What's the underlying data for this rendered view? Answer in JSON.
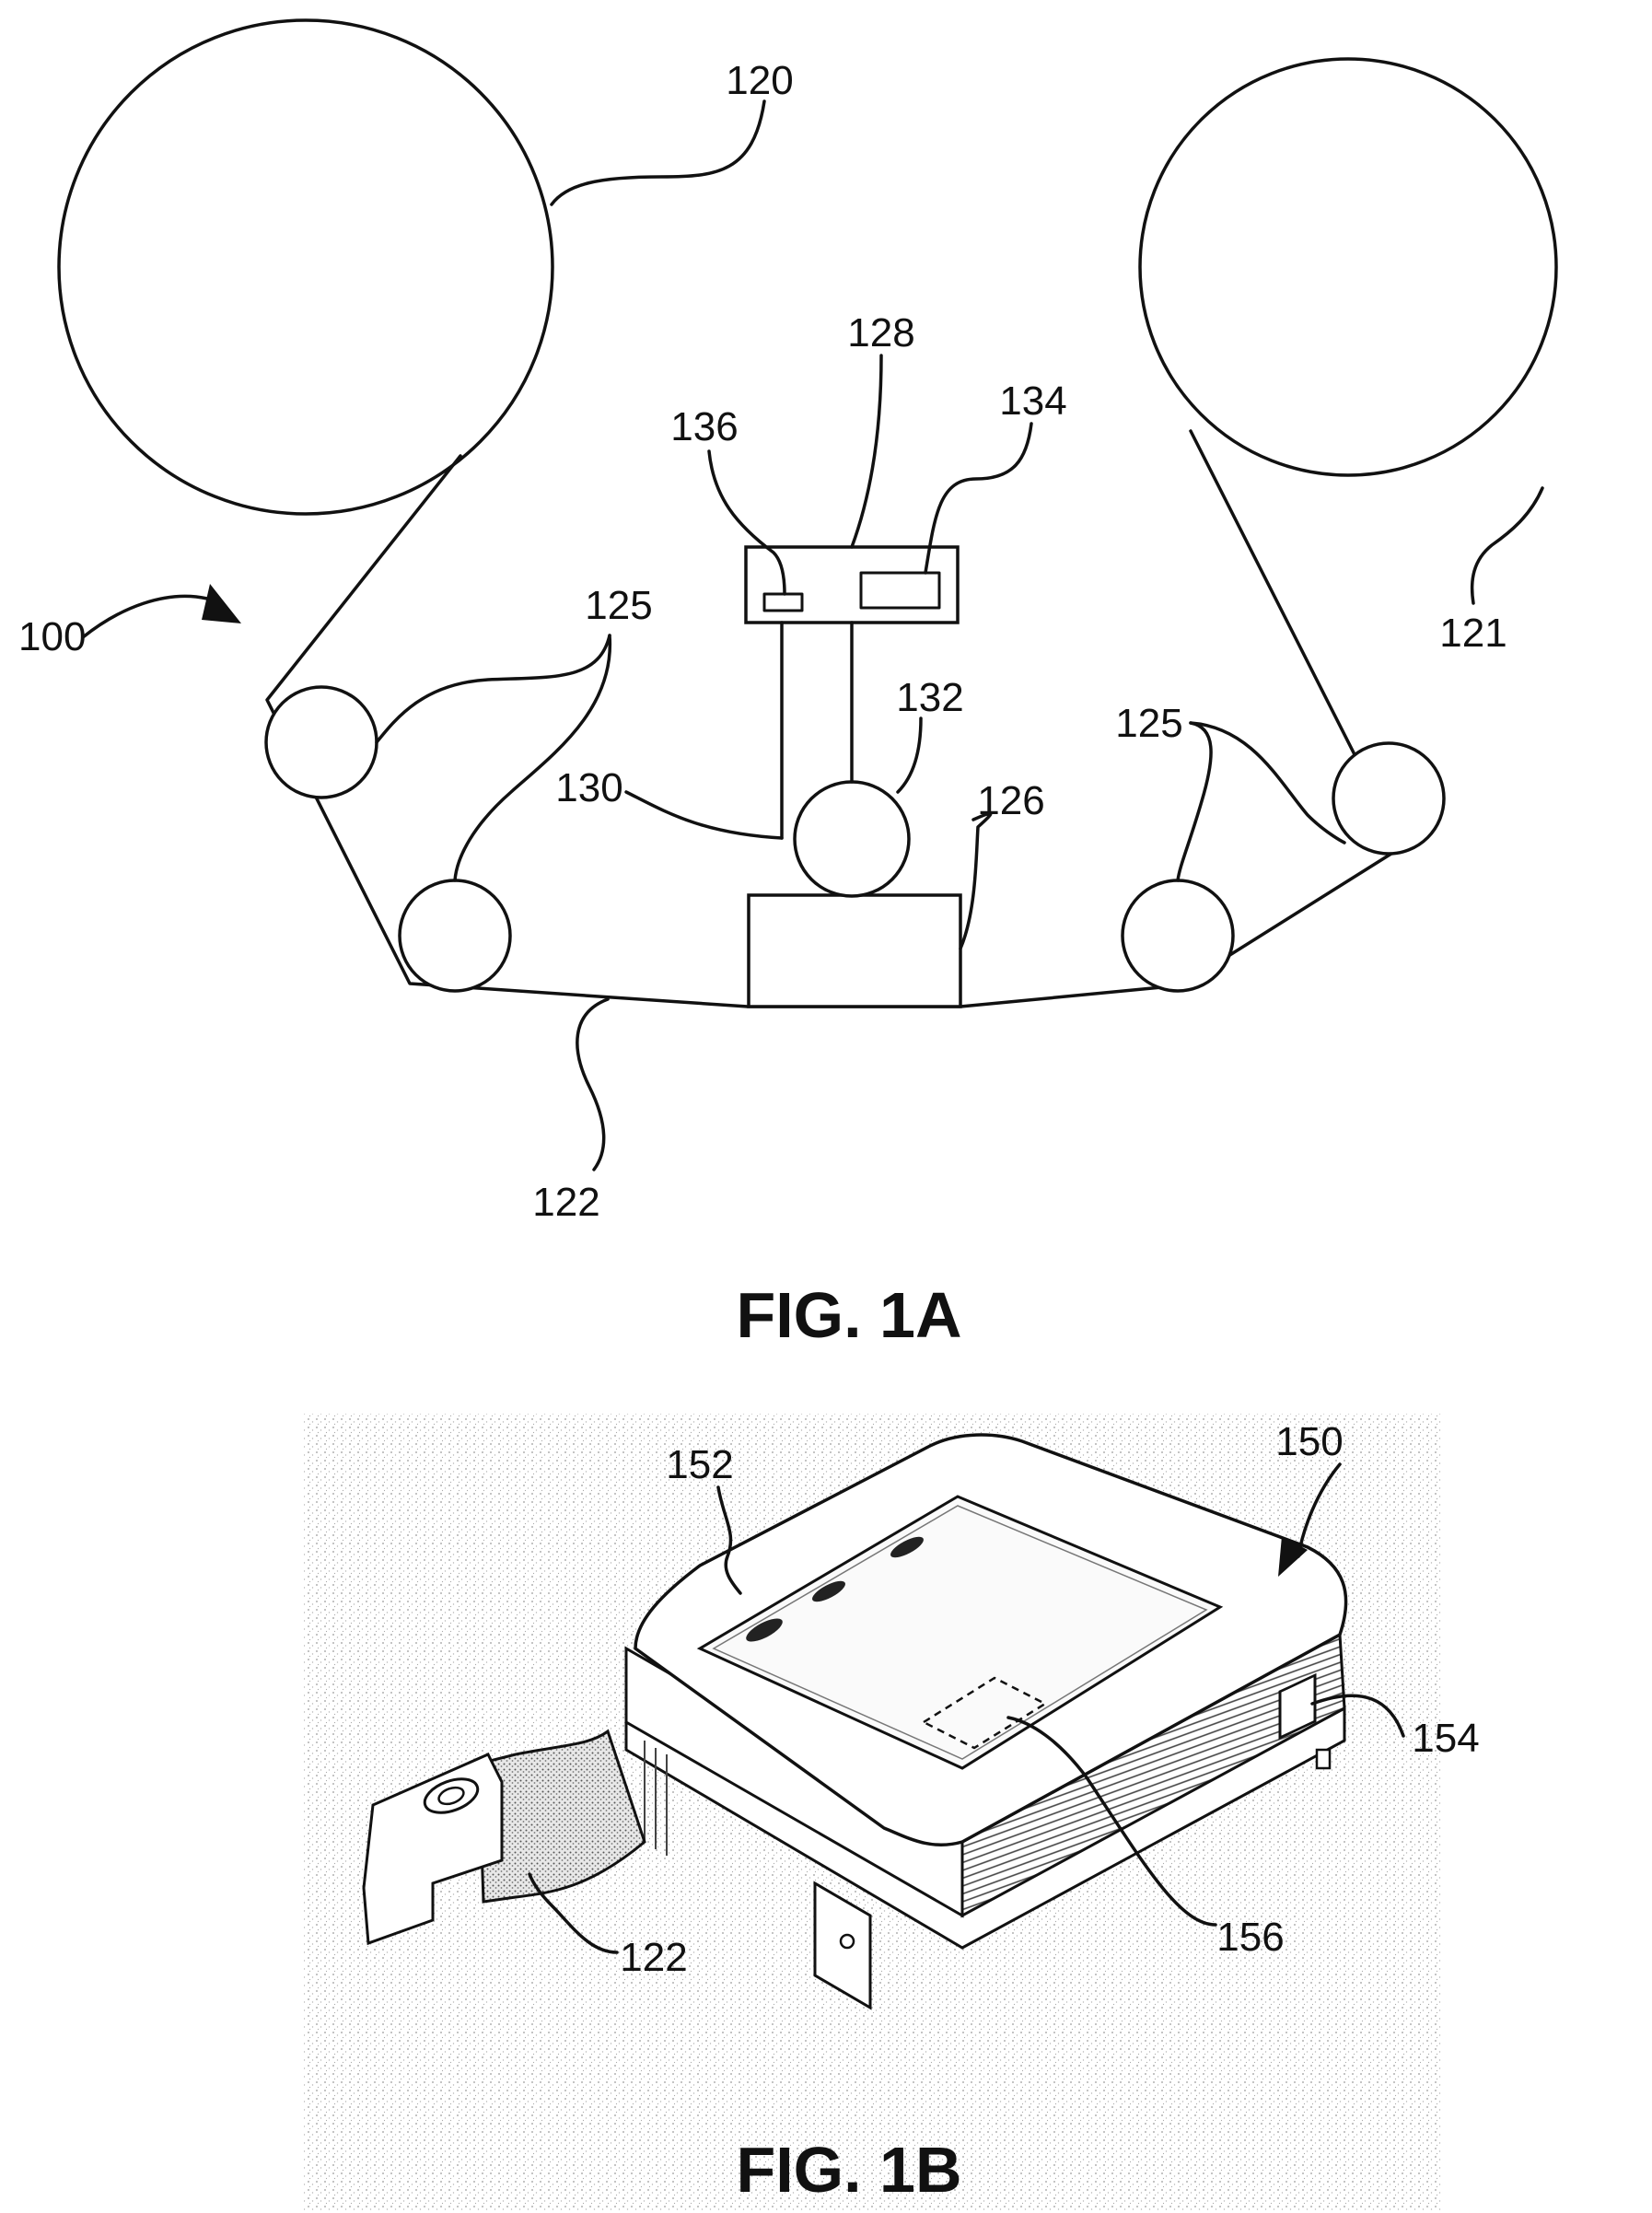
{
  "fig1a": {
    "caption": "FIG. 1A",
    "refs": {
      "r100": "100",
      "r120": "120",
      "r121": "121",
      "r122": "122",
      "r125a": "125",
      "r125b": "125",
      "r126": "126",
      "r128": "128",
      "r130": "130",
      "r132": "132",
      "r134": "134",
      "r136": "136"
    }
  },
  "fig1b": {
    "caption": "FIG. 1B",
    "refs": {
      "r150": "150",
      "r152": "152",
      "r154": "154",
      "r156": "156",
      "r122": "122"
    }
  }
}
